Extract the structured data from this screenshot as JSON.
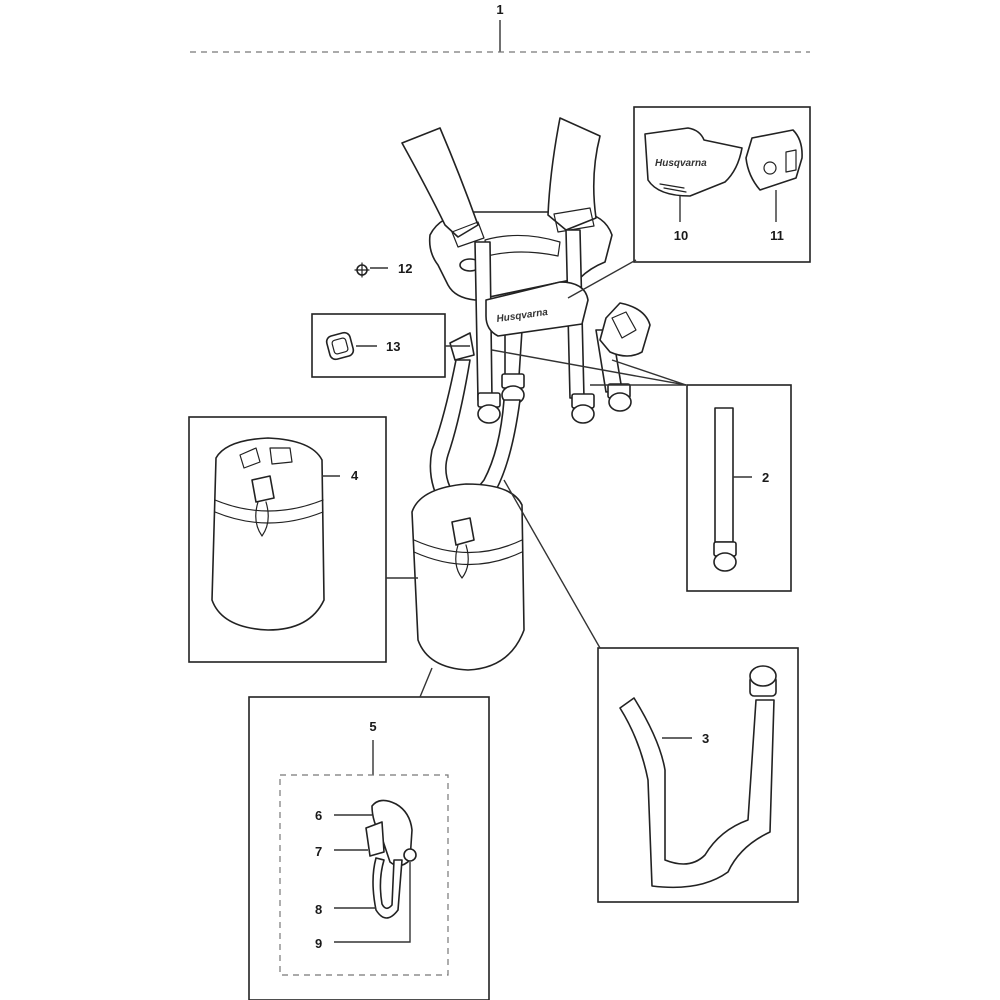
{
  "diagram": {
    "labels": {
      "p1": "1",
      "p2": "2",
      "p3": "3",
      "p4": "4",
      "p5": "5",
      "p6": "6",
      "p7": "7",
      "p8": "8",
      "p9": "9",
      "p10": "10",
      "p11": "11",
      "p12": "12",
      "p13": "13"
    },
    "brand": "Husqvarna"
  }
}
